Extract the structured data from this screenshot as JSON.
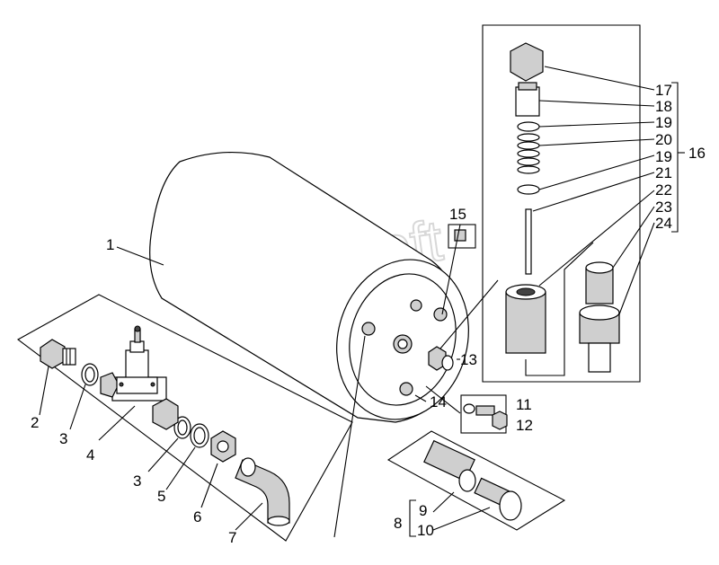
{
  "watermark": "AutoSoft",
  "callouts": {
    "c1": "1",
    "c2": "2",
    "c3a": "3",
    "c3b": "3",
    "c4": "4",
    "c5": "5",
    "c6": "6",
    "c7": "7",
    "c8": "8",
    "c9": "9",
    "c10": "10",
    "c11": "11",
    "c12": "12",
    "c13": "13",
    "c14": "14",
    "c15": "15",
    "c16": "16",
    "c17": "17",
    "c18": "18",
    "c19a": "19",
    "c20": "20",
    "c19b": "19",
    "c21": "21",
    "c22": "22",
    "c23": "23",
    "c24": "24"
  }
}
